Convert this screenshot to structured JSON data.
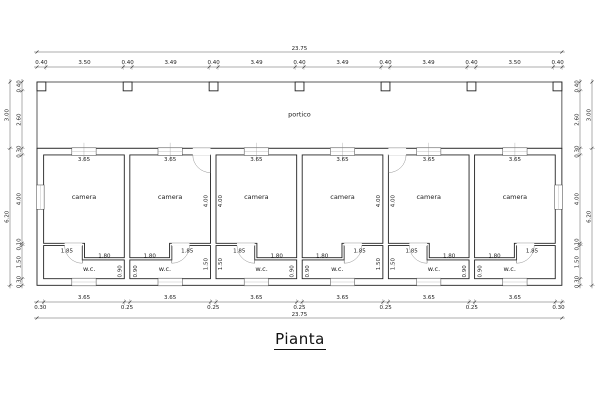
{
  "title": "Pianta",
  "portico_label": "portico",
  "dimensions": {
    "top_total": "23.75",
    "top_segments": [
      "0.40",
      "3.50",
      "0.40",
      "3.49",
      "0.40",
      "3.49",
      "0.40",
      "3.49",
      "0.40",
      "3.49",
      "0.40",
      "3.50",
      "0.40"
    ],
    "bottom_total": "23.75",
    "bottom_segments": [
      "0.30",
      "3.65",
      "0.25",
      "3.65",
      "0.25",
      "3.65",
      "0.25",
      "3.65",
      "0.25",
      "3.65",
      "0.25",
      "3.65",
      "0.30"
    ],
    "left_outer": [
      "3.00",
      "6.20"
    ],
    "left_segments": [
      "0.40",
      "2.60",
      "0.30",
      "4.00",
      "0.10",
      "1.50",
      "0.30"
    ],
    "right_outer": [
      "3.00",
      "6.20"
    ],
    "right_segments": [
      "0.40",
      "2.60",
      "0.30",
      "4.00",
      "0.10",
      "1.50",
      "0.30"
    ]
  },
  "rooms": [
    {
      "label": "camera",
      "window_width": "3.65",
      "wc_label": "w.c.",
      "wc_door": "1.85",
      "ext_width": "1.80",
      "ext_height": "0.90"
    },
    {
      "label": "camera",
      "window_width": "3.65",
      "wc_label": "w.c.",
      "wc_door": "1.85",
      "ext_width": "1.80",
      "ext_height": "0.90",
      "wc_height": "1.50",
      "room_depth": "4.00"
    },
    {
      "label": "camera",
      "window_width": "3.65",
      "wc_label": "w.c.",
      "wc_door": "1.85",
      "ext_width": "1.80",
      "ext_height": "0.90",
      "wc_height": "1.50",
      "room_depth": "4.00"
    },
    {
      "label": "camera",
      "window_width": "3.65",
      "wc_label": "w.c.",
      "wc_door": "1.85",
      "ext_width": "1.80",
      "ext_height": "0.90",
      "wc_height": "1.50",
      "room_depth": "4.00"
    },
    {
      "label": "camera",
      "window_width": "3.65",
      "wc_label": "w.c.",
      "wc_door": "1.85",
      "ext_width": "1.80",
      "ext_height": "0.90",
      "wc_height": "1.50",
      "room_depth": "4.00"
    },
    {
      "label": "camera",
      "window_width": "3.65",
      "wc_label": "w.c.",
      "wc_door": "1.85",
      "ext_width": "1.80",
      "ext_height": "0.90"
    }
  ]
}
